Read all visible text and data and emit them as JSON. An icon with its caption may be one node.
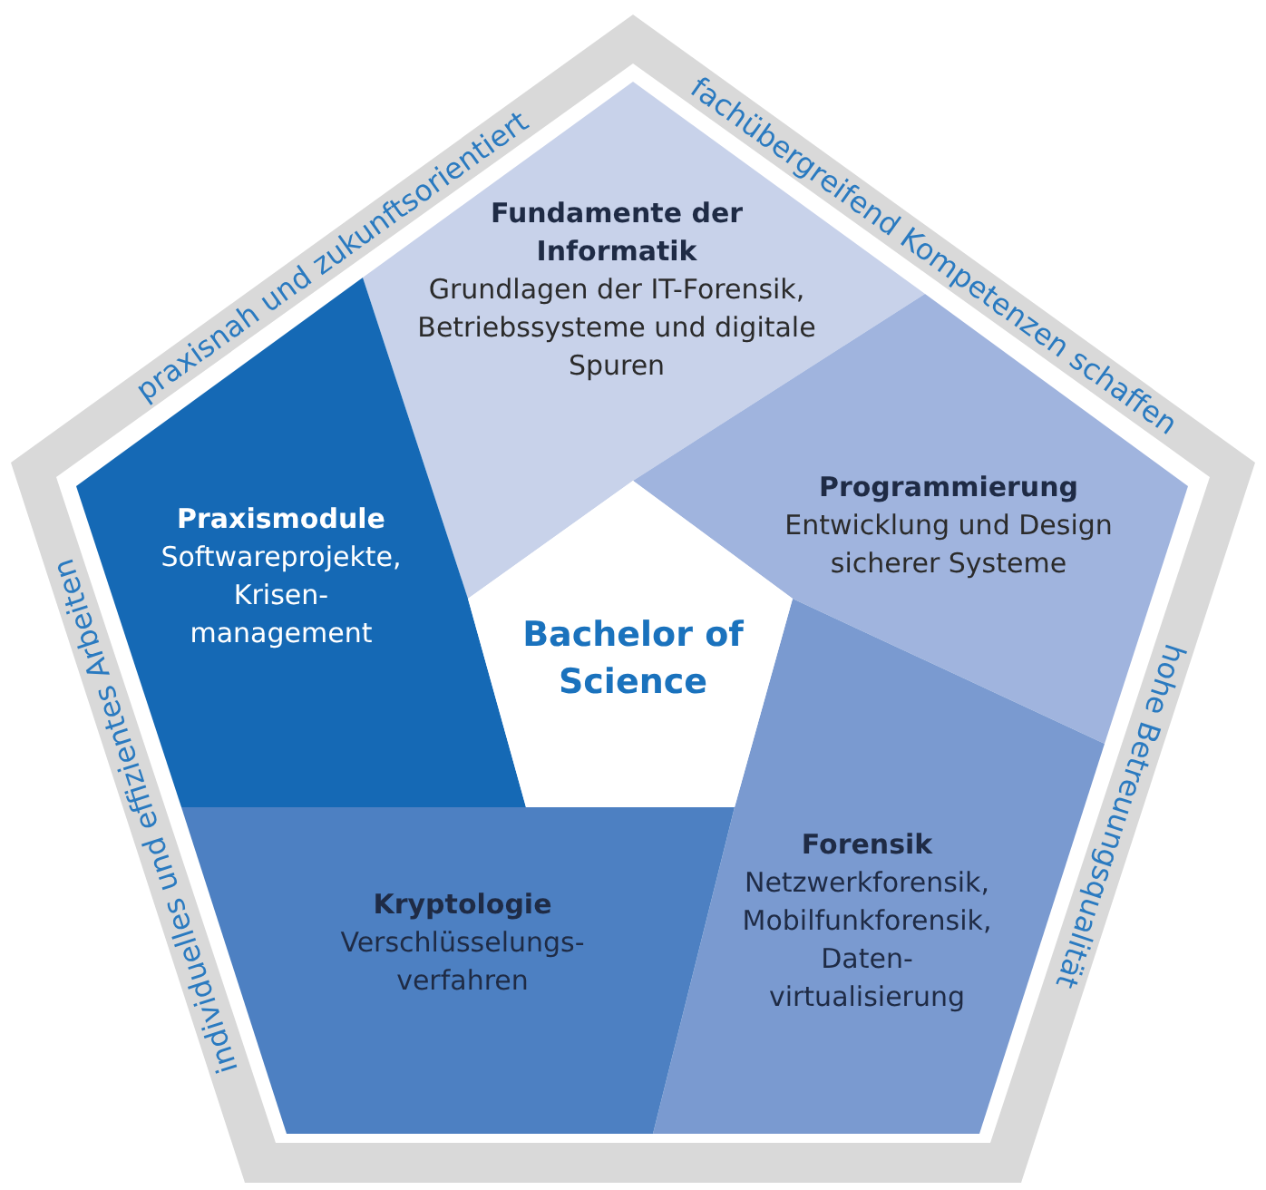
{
  "diagram": {
    "nodes": [
      {
        "text": [
          "Fundamente der Informatik",
          "Grundlagen der IT-Forensik, Betriebssysteme und digitale Spuren"
        ]
      },
      {
        "text": [
          "Programmierung",
          "Entwicklung und Design sicherer Systeme"
        ]
      },
      {
        "text": [
          "Forensik",
          "Netzwerkforensik, Mobilfunkforensik, Daten-virtualisierung"
        ]
      },
      {
        "text": [
          "Kryptologie",
          "Verschlüsselungs-verfahren"
        ]
      },
      {
        "text": [
          "Praxismodule",
          "Softwareprojekte, Krisen-management"
        ]
      },
      {
        "text": [
          "Bachelor of Science"
        ]
      }
    ],
    "edges": [],
    "labels": [
      "praxisnah und zukunftsorientiert",
      "fachübergreifend Kompetenzen schaffen",
      "individuelles und effizientes Arbeiten",
      "hohe Betreuungsqualität"
    ]
  }
}
